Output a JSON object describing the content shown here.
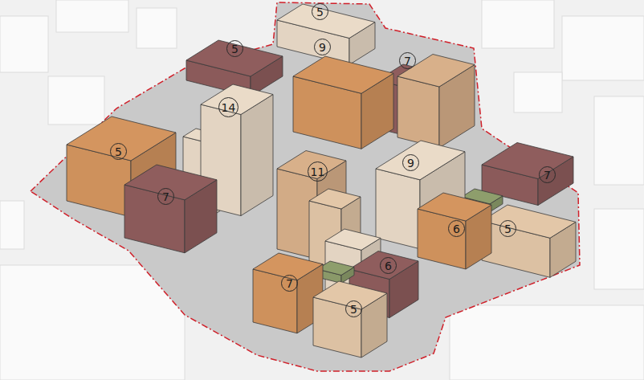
{
  "diagram": {
    "labels": [
      "5",
      "5",
      "9",
      "7",
      "14",
      "5",
      "9",
      "11",
      "7",
      "7",
      "5",
      "6",
      "6",
      "7",
      "5"
    ]
  }
}
